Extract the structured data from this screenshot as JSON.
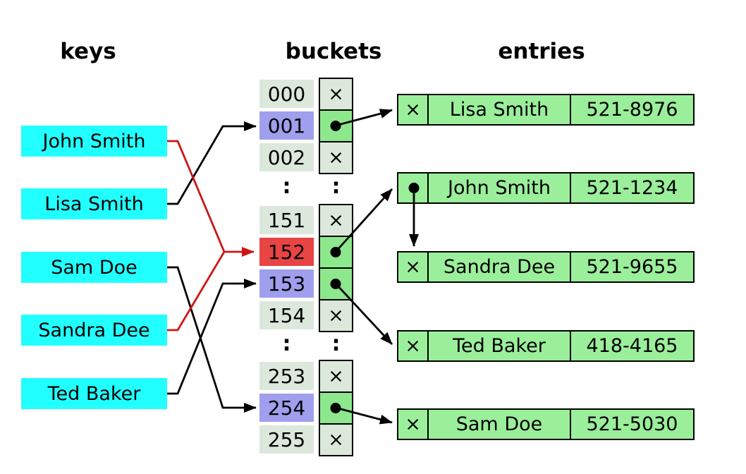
{
  "headers": {
    "keys": "keys",
    "buckets": "buckets",
    "entries": "entries"
  },
  "keys": [
    {
      "label": "John Smith",
      "collides": true
    },
    {
      "label": "Lisa Smith",
      "collides": false
    },
    {
      "label": "Sam Doe",
      "collides": false
    },
    {
      "label": "Sandra Dee",
      "collides": true
    },
    {
      "label": "Ted Baker",
      "collides": false
    }
  ],
  "buckets": {
    "ellipsis": ":",
    "rows": [
      {
        "index": "000",
        "slot": "empty",
        "glyph": "×"
      },
      {
        "index": "001",
        "slot": "pointer",
        "glyph": "",
        "highlight": "selected"
      },
      {
        "index": "002",
        "slot": "empty",
        "glyph": "×"
      },
      {
        "index": "151",
        "slot": "empty",
        "glyph": "×"
      },
      {
        "index": "152",
        "slot": "pointer",
        "glyph": "",
        "highlight": "collision"
      },
      {
        "index": "153",
        "slot": "pointer",
        "glyph": "",
        "highlight": "selected"
      },
      {
        "index": "154",
        "slot": "empty",
        "glyph": "×"
      },
      {
        "index": "253",
        "slot": "empty",
        "glyph": "×"
      },
      {
        "index": "254",
        "slot": "pointer",
        "glyph": "",
        "highlight": "selected"
      },
      {
        "index": "255",
        "slot": "empty",
        "glyph": "×"
      }
    ]
  },
  "entries": [
    {
      "slot_glyph": "×",
      "name": "Lisa Smith",
      "phone": "521-8976"
    },
    {
      "slot_glyph": "",
      "name": "John Smith",
      "phone": "521-1234",
      "next": "Sandra Dee"
    },
    {
      "slot_glyph": "×",
      "name": "Sandra Dee",
      "phone": "521-9655"
    },
    {
      "slot_glyph": "×",
      "name": "Ted Baker",
      "phone": "418-4165"
    },
    {
      "slot_glyph": "×",
      "name": "Sam Doe",
      "phone": "521-5030"
    }
  ],
  "colors": {
    "key_fill": "#22ffff",
    "bucket_fill": "#dde8dc",
    "bucket_selected": "#9f9fee",
    "bucket_collision": "#e84444",
    "pointer_fill": "#8de88d",
    "entry_fill": "#9bef9b",
    "line_black": "#000000",
    "line_red": "#cc1616"
  }
}
